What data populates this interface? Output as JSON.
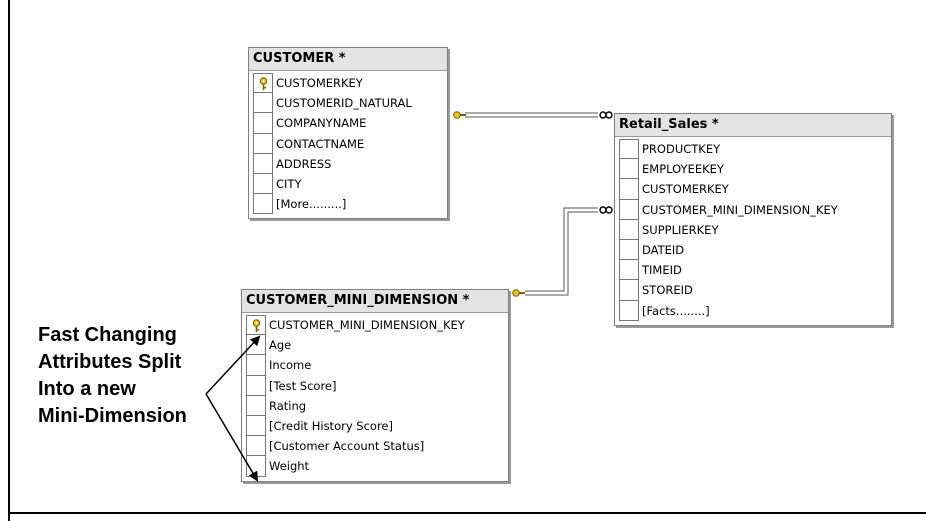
{
  "tables": {
    "customer": {
      "title": "CUSTOMER *",
      "columns": [
        "CUSTOMERKEY",
        "CUSTOMERID_NATURAL",
        "COMPANYNAME",
        "CONTACTNAME",
        "ADDRESS",
        "CITY",
        "[More.........]"
      ],
      "primary_key": "CUSTOMERKEY"
    },
    "retail_sales": {
      "title": "Retail_Sales *",
      "columns": [
        "PRODUCTKEY",
        "EMPLOYEEKEY",
        "CUSTOMERKEY",
        "CUSTOMER_MINI_DIMENSION_KEY",
        "SUPPLIERKEY",
        "DATEID",
        "TIMEID",
        "STOREID",
        "[Facts........]"
      ]
    },
    "mini_dimension": {
      "title": "CUSTOMER_MINI_DIMENSION *",
      "columns": [
        "CUSTOMER_MINI_DIMENSION_KEY",
        "Age",
        "Income",
        "[Test Score]",
        "Rating",
        "[Credit History Score]",
        "[Customer Account Status]",
        "Weight"
      ],
      "primary_key": "CUSTOMER_MINI_DIMENSION_KEY"
    }
  },
  "annotation": {
    "lines": [
      "Fast Changing",
      "Attributes Split",
      "Into a new",
      "Mini-Dimension"
    ]
  },
  "relationships": [
    {
      "from": "CUSTOMER.CUSTOMERKEY",
      "to": "Retail_Sales.CUSTOMERKEY"
    },
    {
      "from": "CUSTOMER_MINI_DIMENSION.CUSTOMER_MINI_DIMENSION_KEY",
      "to": "Retail_Sales.CUSTOMER_MINI_DIMENSION_KEY"
    }
  ],
  "colors": {
    "header_bg": "#e3e3e3",
    "border": "#7f7f7f",
    "key_icon": "#e8c020"
  }
}
